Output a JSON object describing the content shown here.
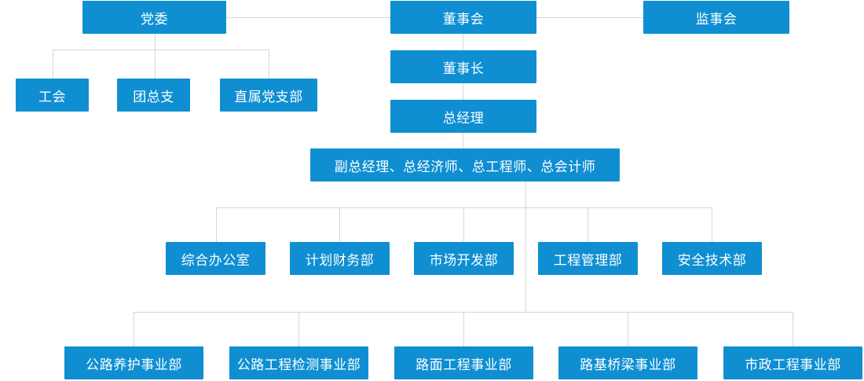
{
  "org": {
    "party_committee": "党委",
    "board": "董事会",
    "supervisory_board": "监事会",
    "union": "工会",
    "youth_league": "团总支",
    "direct_party_branch": "直属党支部",
    "chairman": "董事长",
    "general_manager": "总经理",
    "deputies": "副总经理、总经济师、总工程师、总会计师",
    "departments": [
      "综合办公室",
      "计划财务部",
      "市场开发部",
      "工程管理部",
      "安全技术部"
    ],
    "divisions": [
      "公路养护事业部",
      "公路工程检测事业部",
      "路面工程事业部",
      "路基桥梁事业部",
      "市政工程事业部"
    ]
  },
  "colors": {
    "node": "#0f8fd2",
    "line": "#d5d5d5",
    "text": "#ffffff"
  }
}
